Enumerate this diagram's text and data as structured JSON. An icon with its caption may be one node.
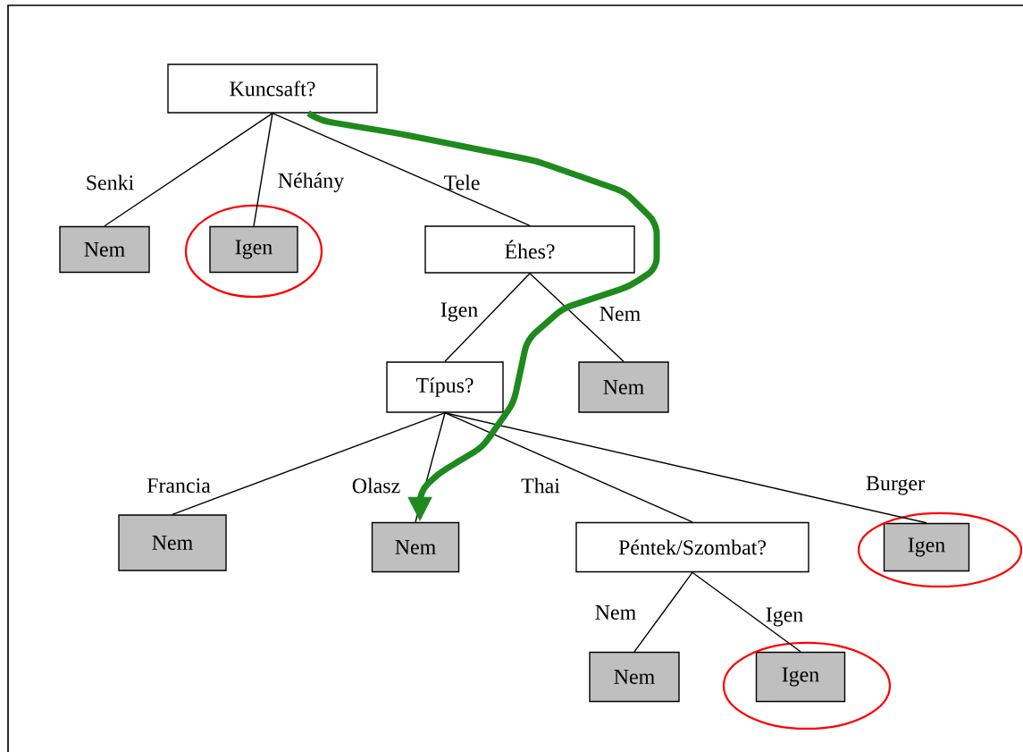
{
  "diagram": {
    "nodes": [
      {
        "text": [
          "Kuncsaft?"
        ]
      },
      {
        "text": [
          "Nem"
        ]
      },
      {
        "text": [
          "Igen"
        ]
      },
      {
        "text": [
          "Éhes?"
        ]
      },
      {
        "text": [
          "Típus?"
        ]
      },
      {
        "text": [
          "Nem"
        ]
      },
      {
        "text": [
          "Nem"
        ]
      },
      {
        "text": [
          "Nem"
        ]
      },
      {
        "text": [
          "Péntek/Szombat?"
        ]
      },
      {
        "text": [
          "Igen"
        ]
      },
      {
        "text": [
          "Nem"
        ]
      },
      {
        "text": [
          "Igen"
        ]
      }
    ],
    "edges": [
      {
        "from": 0,
        "to": 1,
        "arrow": "none",
        "label": "Senki"
      },
      {
        "from": 0,
        "to": 2,
        "arrow": "none",
        "label": "Néhány"
      },
      {
        "from": 0,
        "to": 3,
        "arrow": "none",
        "label": "Tele"
      },
      {
        "from": 3,
        "to": 4,
        "arrow": "none",
        "label": "Igen"
      },
      {
        "from": 3,
        "to": 5,
        "arrow": "none",
        "label": "Nem"
      },
      {
        "from": 4,
        "to": 6,
        "arrow": "none",
        "label": "Francia"
      },
      {
        "from": 4,
        "to": 7,
        "arrow": "none",
        "label": "Olasz"
      },
      {
        "from": 4,
        "to": 8,
        "arrow": "none",
        "label": "Thai"
      },
      {
        "from": 4,
        "to": 9,
        "arrow": "none",
        "label": "Burger"
      },
      {
        "from": 8,
        "to": 10,
        "arrow": "none",
        "label": "Nem"
      },
      {
        "from": 8,
        "to": 11,
        "arrow": "none",
        "label": "Igen"
      },
      {
        "from": 0,
        "to": 7,
        "arrow": "to",
        "style": "thick",
        "color": "#1e8a1e"
      }
    ]
  }
}
